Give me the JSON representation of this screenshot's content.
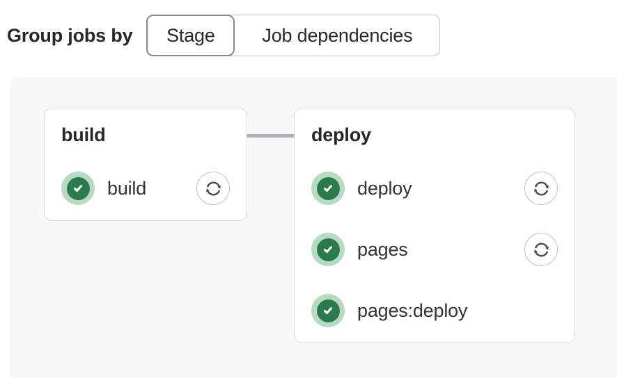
{
  "header": {
    "group_jobs_by_label": "Group jobs by",
    "options": [
      {
        "label": "Stage",
        "selected": true
      },
      {
        "label": "Job dependencies",
        "selected": false
      }
    ]
  },
  "pipeline": {
    "stages": [
      {
        "name": "build",
        "jobs": [
          {
            "name": "build",
            "status": "success",
            "retryable": true
          }
        ]
      },
      {
        "name": "deploy",
        "jobs": [
          {
            "name": "deploy",
            "status": "success",
            "retryable": true
          },
          {
            "name": "pages",
            "status": "success",
            "retryable": true
          },
          {
            "name": "pages:deploy",
            "status": "success",
            "retryable": false
          }
        ]
      }
    ]
  },
  "icons": {
    "job_status": "status-success-check-circle-icon",
    "job_action": "retry-icon"
  },
  "colors": {
    "text_primary": "#28272d",
    "success_green": "#2b7a4b",
    "success_green_ring": "#b9dac2",
    "graph_background": "#f8f8fb",
    "card_border": "#dcdcde",
    "selected_toggle_border": "#89888d",
    "connector_gray": "#b1b0b6"
  }
}
